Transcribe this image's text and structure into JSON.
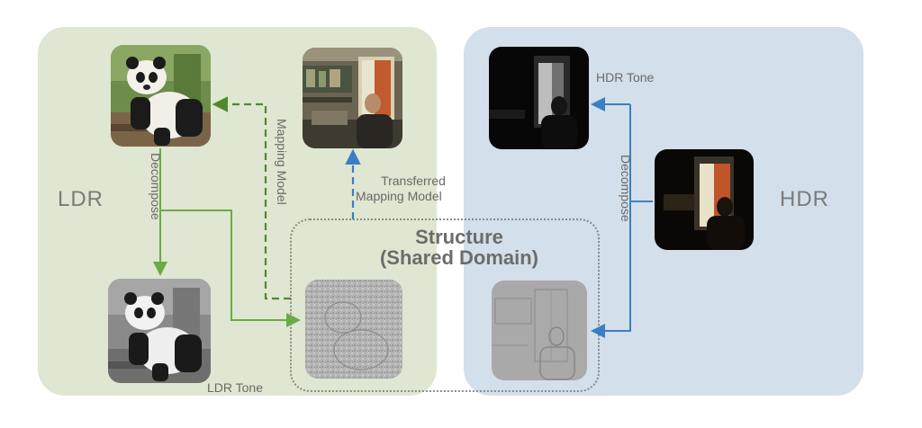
{
  "panels": {
    "ldr_label": "LDR",
    "hdr_label": "HDR"
  },
  "labels": {
    "mapping_model": "Mapping Model",
    "transferred_line1": "Transferred",
    "transferred_line2": "Mapping Model",
    "structure_line1": "Structure",
    "structure_line2": "(Shared Domain)",
    "decompose_left": "Decompose",
    "decompose_right": "Decompose",
    "ldr_tone": "LDR Tone",
    "hdr_tone": "HDR Tone"
  },
  "colors": {
    "ldr_panel": "#dfe6d1",
    "hdr_panel": "#d3dfea",
    "green_arrow": "#6aab46",
    "dashed_green_arrow": "#4f8a2f",
    "blue_arrow": "#3a7fc4"
  },
  "images": {
    "panda_color": "panda-color-photo",
    "room_person_color": "person-in-room-photo",
    "panda_gray": "panda-grayscale-photo",
    "ldr_structure": "ldr-structure-map",
    "hdr_dark_tone": "hdr-tone-photo",
    "hdr_window_photo": "hdr-window-photo",
    "hdr_structure": "hdr-structure-map"
  }
}
